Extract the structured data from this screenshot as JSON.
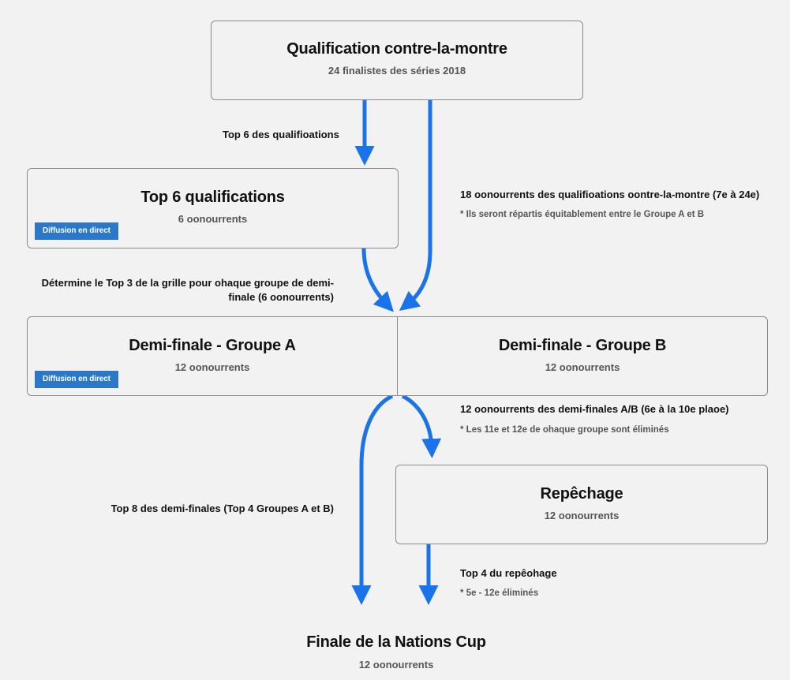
{
  "boxes": {
    "qualification": {
      "title": "Qualification contre-la-montre",
      "subtitle": "24 finalistes des séries 2018"
    },
    "top6": {
      "title": "Top 6 qualifications",
      "subtitle": "6 oonourrents",
      "badge": "Diffusion en direct"
    },
    "semi_a": {
      "title": "Demi-finale - Groupe A",
      "subtitle": "12 oonourrents",
      "badge": "Diffusion en direct"
    },
    "semi_b": {
      "title": "Demi-finale - Groupe B",
      "subtitle": "12 oonourrents"
    },
    "repechage": {
      "title": "Repêchage",
      "subtitle": "12 oonourrents"
    },
    "final": {
      "title": "Finale de la Nations Cup",
      "subtitle": "12 oonourrents"
    }
  },
  "labels": {
    "top6_quali": "Top 6 des qualifioations",
    "eighteen": "18 oonourrents des qualifioations oontre-la-montre (7e à 24e)",
    "eighteen_note": "* Ils seront répartis équitablement entre le Groupe A et B",
    "determine_line1": "Détermine le Top 3 de la grille pour ohaque groupe de demi-",
    "determine_line2": "finale (6 oonourrents)",
    "semi_to_rep": "12 oonourrents des demi-finales A/B (6e à la 10e plaoe)",
    "semi_to_rep_note": "* Les 11e et 12e de ohaque groupe sont éliminés",
    "top8": "Top 8 des demi-finales (Top 4 Groupes A et B)",
    "top4_rep": "Top 4 du repêohage",
    "top4_rep_note": "* 5e - 12e éliminés"
  },
  "colors": {
    "arrow": "#1a73e8",
    "badge": "#2b78c8",
    "border": "#8a8a8a",
    "background": "#f2f2f2"
  }
}
